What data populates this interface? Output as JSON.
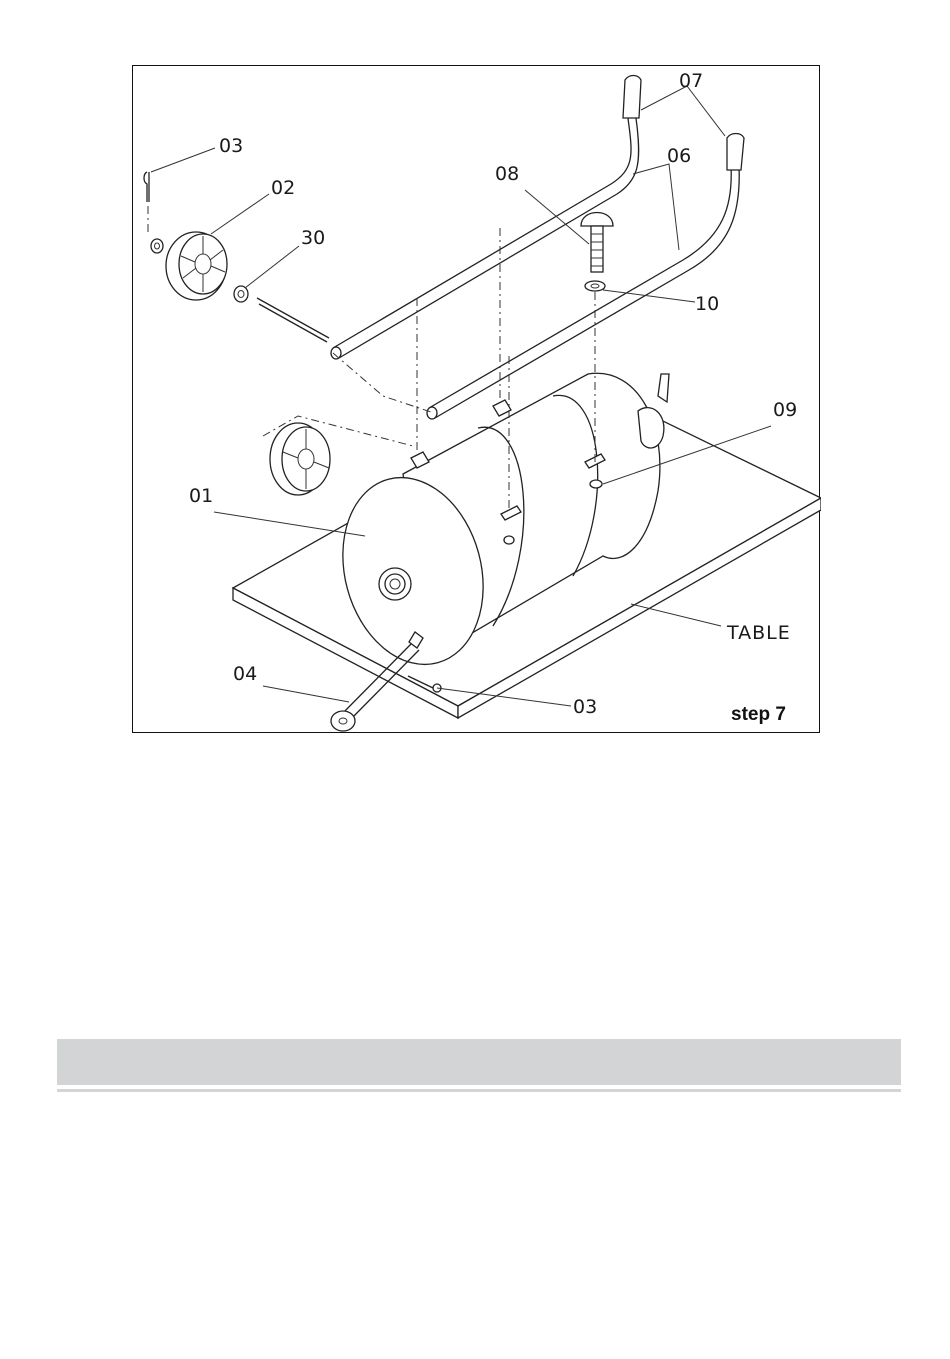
{
  "figure": {
    "step_label": "step 7",
    "callouts": {
      "c01": "01",
      "c02": "02",
      "c03_top": "03",
      "c03_bottom": "03",
      "c04": "04",
      "c06": "06",
      "c07": "07",
      "c08": "08",
      "c09": "09",
      "c10": "10",
      "c30": "30",
      "table": "TABLE"
    }
  }
}
